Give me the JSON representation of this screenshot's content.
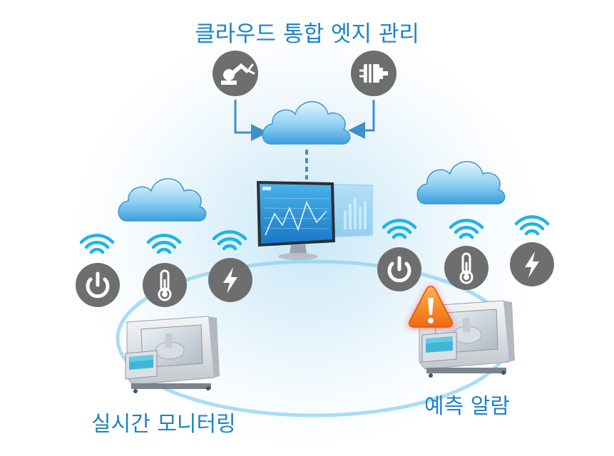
{
  "diagram": {
    "title": "클라우드 통합 엣지 관리",
    "left_label": "실시간 모니터링",
    "right_label": "예측 알람"
  },
  "icons": {
    "top": [
      "robot-arm-icon",
      "motor-icon"
    ],
    "sensors": [
      "power-icon",
      "thermometer-icon",
      "lightning-icon"
    ],
    "alert": "warning-icon"
  },
  "colors": {
    "label_blue": "#1c84c6",
    "sensor_gray": "#6e6e6e",
    "wifi_cyan": "#1fb3e8",
    "warning_orange": "#f07b1c",
    "alert_glow": "#ff2a1a"
  }
}
